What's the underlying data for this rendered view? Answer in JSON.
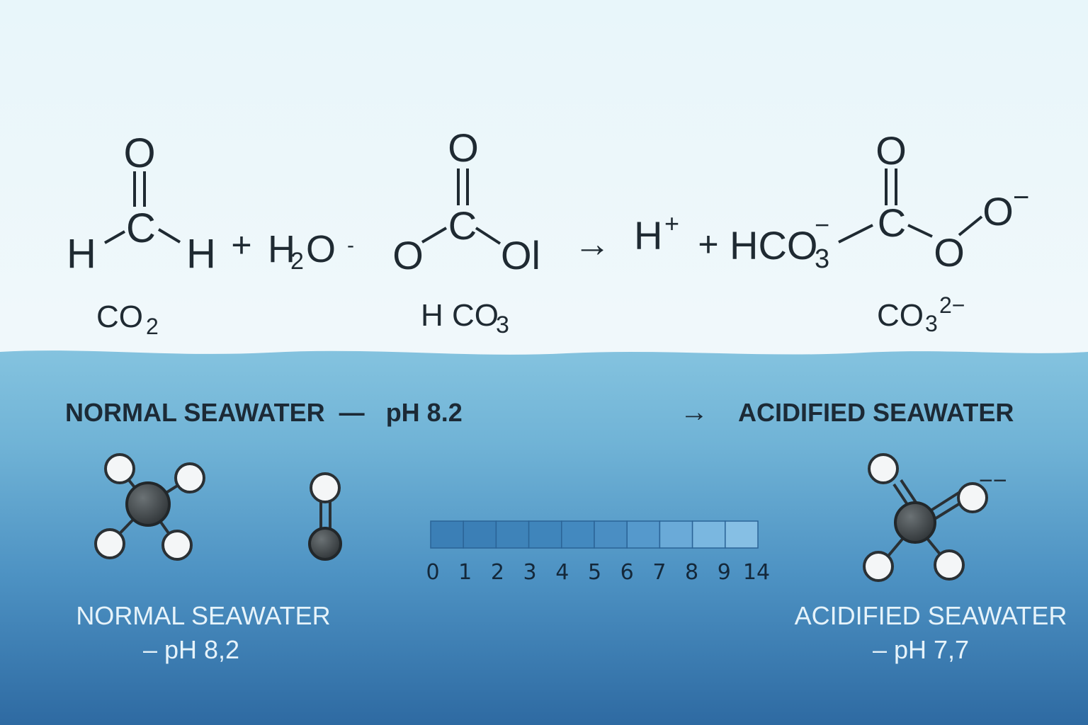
{
  "equation": {
    "co2_struct": {
      "o": "O",
      "c": "C",
      "h_left": "H",
      "h_right": "H"
    },
    "plus1": "+",
    "water": {
      "h": "H",
      "sub": "2",
      "o": "O",
      "dash": "-"
    },
    "carbonic_struct": {
      "o_top": "O",
      "c": "C",
      "o_left": "O",
      "o_right": "Ol"
    },
    "arrow": "→",
    "proton": {
      "h": "H",
      "sup": "+"
    },
    "plus2": "+",
    "bicarbonate": {
      "main": "HCO",
      "sub": "3",
      "sup": "−"
    },
    "carbonate_struct": {
      "o_top": "O",
      "c": "C",
      "o_bottom": "O",
      "o_right": "O",
      "charge": "−"
    },
    "label_co2": {
      "main": "CO",
      "sub": "2"
    },
    "label_hco3": {
      "main": "H CO",
      "sub": "3"
    },
    "label_co3": {
      "main": "CO",
      "sub": "3",
      "sup": "2−"
    }
  },
  "water_section": {
    "heading_left": "NORMAL SEAWATER  —   pH 8.2",
    "heading_arrow": "→",
    "heading_right": "ACIDIFIED SEAWATER",
    "caption_left_line1": "NORMAL SEAWATER",
    "caption_left_line2": "– pH 8,2",
    "caption_right_line1": "ACIDIFIED SEAWATER",
    "caption_right_line2": "– pH 7,7",
    "right_molecule_charge": "−−"
  },
  "ph_scale": {
    "ticks": [
      "0",
      "1",
      "2",
      "3",
      "4",
      "5",
      "6",
      "7",
      "8",
      "9",
      "14"
    ],
    "colors": [
      "#3b7fb6",
      "#3b7fb6",
      "#3e83b9",
      "#3f85bb",
      "#4389bf",
      "#4a8ec3",
      "#5599cc",
      "#6aaad8",
      "#7ab7e0",
      "#86bfe4"
    ]
  },
  "colors": {
    "sky": "#eef8fb",
    "water_top": "#7ec0de",
    "water_bottom": "#2f6fa6",
    "atom_dark": "#3a3f42"
  }
}
